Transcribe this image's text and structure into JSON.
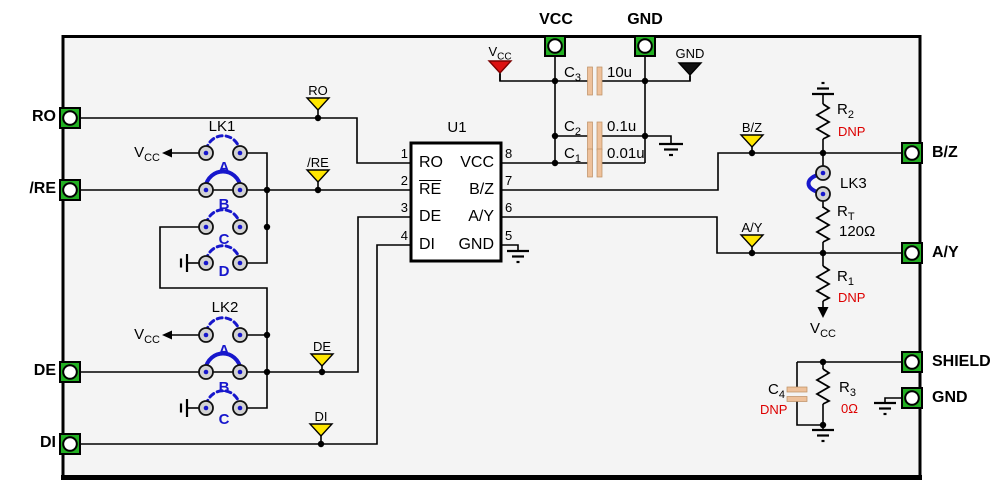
{
  "connectors": {
    "left": [
      {
        "label": "RO"
      },
      {
        "label": "/RE"
      },
      {
        "label": "DE"
      },
      {
        "label": "DI"
      }
    ],
    "right": [
      {
        "label": "B/Z"
      },
      {
        "label": "A/Y"
      },
      {
        "label": "SHIELD"
      },
      {
        "label": "GND"
      }
    ],
    "top": [
      {
        "label": "VCC"
      },
      {
        "label": "GND"
      }
    ]
  },
  "nets": {
    "ro": "RO",
    "re": "/RE",
    "de": "DE",
    "di": "DI",
    "bz": "B/Z",
    "ay": "A/Y",
    "vcc_main": "V",
    "vcc_sub": "CC",
    "gnd": "GND"
  },
  "u1": {
    "refdes": "U1",
    "left_pins": [
      {
        "num": "1",
        "name": "RO"
      },
      {
        "num": "2",
        "name": "RE"
      },
      {
        "num": "3",
        "name": "DE"
      },
      {
        "num": "4",
        "name": "DI"
      }
    ],
    "right_pins": [
      {
        "num": "8",
        "name": "VCC"
      },
      {
        "num": "7",
        "name": "B/Z"
      },
      {
        "num": "6",
        "name": "A/Y"
      },
      {
        "num": "5",
        "name": "GND"
      }
    ]
  },
  "jumpers": {
    "lk1": {
      "label": "LK1",
      "options": [
        "A",
        "B",
        "C",
        "D"
      ]
    },
    "lk2": {
      "label": "LK2",
      "options": [
        "A",
        "B",
        "C"
      ]
    },
    "lk3": {
      "label": "LK3"
    }
  },
  "capacitors": {
    "c3": {
      "ref": "C",
      "sub": "3",
      "value": "10u"
    },
    "c2": {
      "ref": "C",
      "sub": "2",
      "value": "0.1u"
    },
    "c1": {
      "ref": "C",
      "sub": "1",
      "value": "0.01u"
    },
    "c4": {
      "ref": "C",
      "sub": "4",
      "note": "DNP"
    }
  },
  "resistors": {
    "r2": {
      "ref": "R",
      "sub": "2",
      "note": "DNP"
    },
    "rt": {
      "ref": "R",
      "sub": "T",
      "value": "120Ω"
    },
    "r1": {
      "ref": "R",
      "sub": "1",
      "note": "DNP"
    },
    "r3": {
      "ref": "R",
      "sub": "3",
      "value": "0Ω"
    }
  },
  "colors": {
    "connector_green": "#22b022",
    "net_flag_yellow": "#ffe600",
    "vcc_flag_red": "#dd1111",
    "gnd_flag_black": "#111111",
    "jumper_blue": "#1717cc",
    "dnp_red": "#dd0000",
    "capacitor_tan": "#eec19b",
    "board_bg": "#f4f4f4"
  }
}
